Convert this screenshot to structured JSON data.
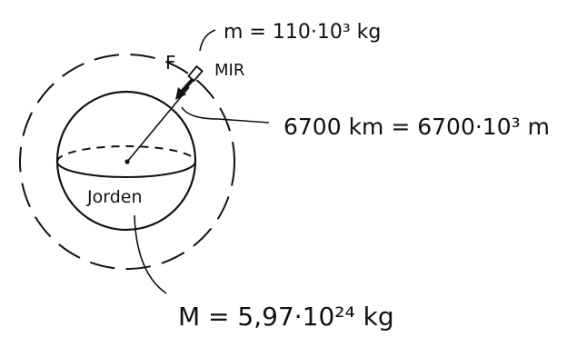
{
  "diagram": {
    "satellite_label": "MIR",
    "satellite_mass": "m = 110·10³ kg",
    "force_label": "F",
    "orbit_radius": "6700 km = 6700·10³ m",
    "earth_label": "Jorden",
    "earth_mass": "M = 5,97·10²⁴ kg"
  },
  "colors": {
    "ink": "#111111",
    "background": "#ffffff"
  }
}
